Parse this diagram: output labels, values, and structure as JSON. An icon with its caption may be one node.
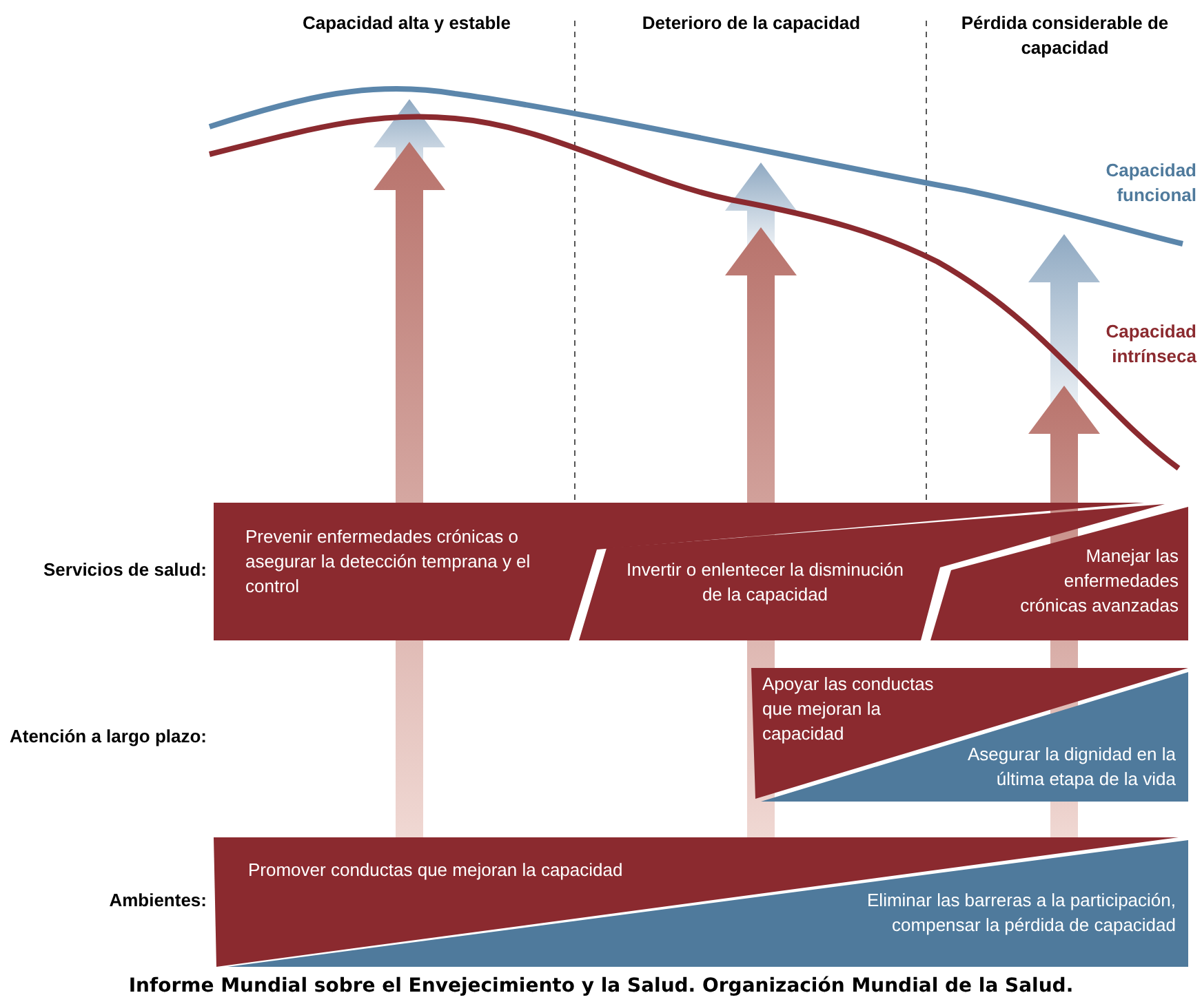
{
  "diagram": {
    "caption": "Informe Mundial sobre el Envejecimiento y la Salud. Organización Mundial de la Salud.",
    "nodes": [
      {
        "text": [
          "Prevenir enfermedades crónicas o asegurar la detección temprana y el control"
        ]
      },
      {
        "text": [
          "Invertir o enlentecer la disminución de la capacidad"
        ]
      },
      {
        "text": [
          "Manejar las enfermedades crónicas avanzadas"
        ]
      },
      {
        "text": [
          "Apoyar las conductas que mejoran la capacidad"
        ]
      },
      {
        "text": [
          "Asegurar la dignidad en la última etapa de la vida"
        ]
      },
      {
        "text": [
          "Promover conductas que mejoran la capacidad"
        ]
      },
      {
        "text": [
          "Eliminar las barreras a la participación, compensar la pérdida de capacidad"
        ]
      }
    ],
    "labels": [
      "Capacidad alta y estable",
      "Deterioro de la capacidad",
      "Pérdida considerable de capacidad",
      "Capacidad funcional",
      "Capacidad intrínseca",
      "Servicios de salud:",
      "Atención a largo plazo:",
      "Ambientes:"
    ]
  }
}
